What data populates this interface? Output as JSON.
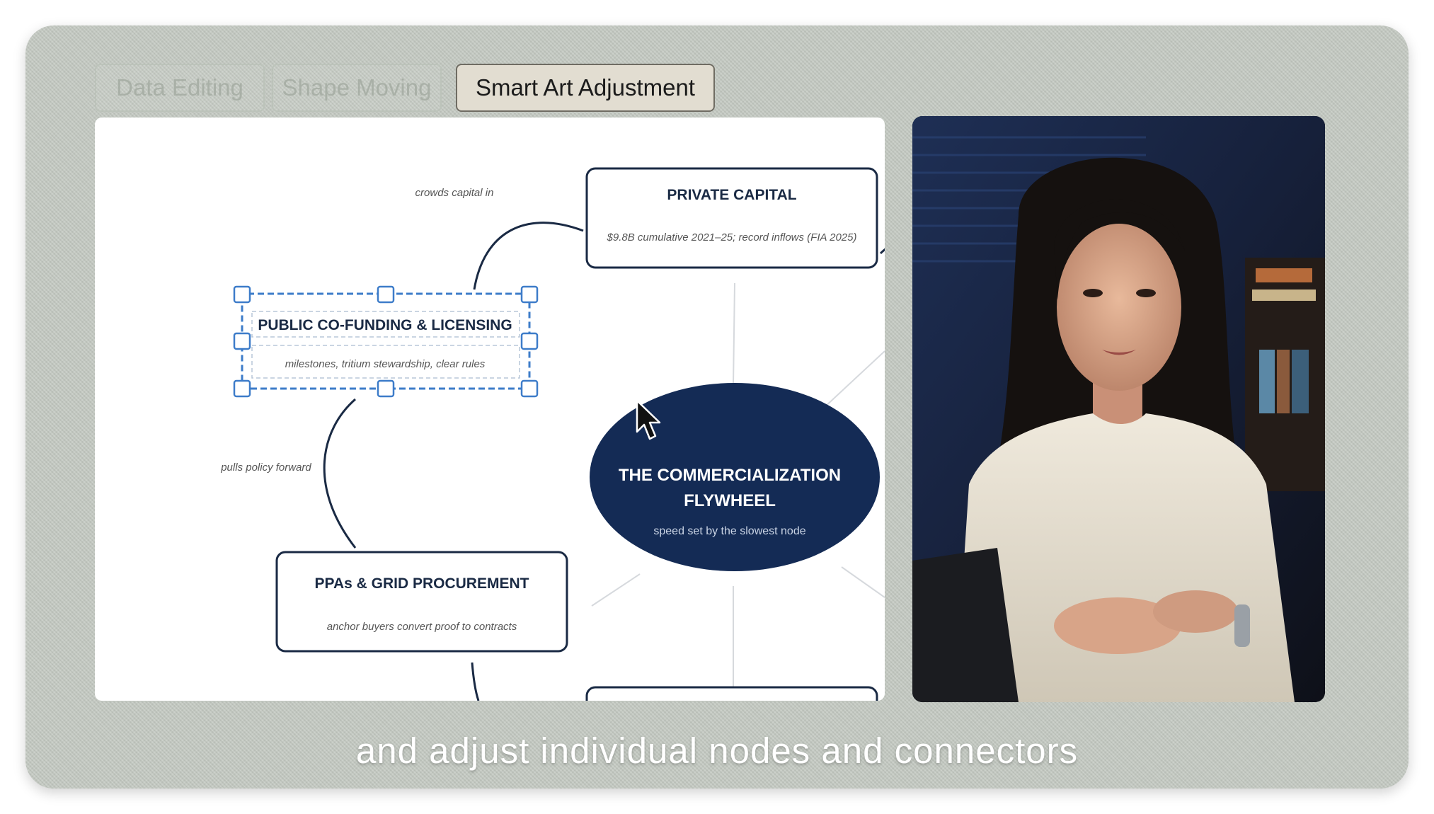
{
  "tabs": [
    {
      "label": "Data Editing",
      "active": false
    },
    {
      "label": "Shape Moving",
      "active": false
    },
    {
      "label": "Smart Art Adjustment",
      "active": true
    }
  ],
  "diagram": {
    "hub": {
      "title_line1": "THE COMMERCIALIZATION",
      "title_line2": "FLYWHEEL",
      "subtitle": "speed set by the slowest node",
      "color": "#142b55"
    },
    "nodes": [
      {
        "id": "private-capital",
        "title": "PRIVATE CAPITAL",
        "subtitle": "$9.8B cumulative 2021–25; record inflows (FIA 2025)"
      },
      {
        "id": "public-co-funding",
        "title": "PUBLIC CO-FUNDING & LICENSING",
        "subtitle": "milestones, tritium stewardship, clear rules",
        "selected": true
      },
      {
        "id": "ppas-grid",
        "title": "PPAs & GRID PROCUREMENT",
        "subtitle": "anchor buyers convert proof to contracts"
      }
    ],
    "connector_labels": {
      "top": "crowds capital in",
      "left": "pulls policy forward"
    },
    "border_color": "#1a2a44",
    "selection_color": "#3d7cc9"
  },
  "caption": "and adjust individual nodes and connectors"
}
